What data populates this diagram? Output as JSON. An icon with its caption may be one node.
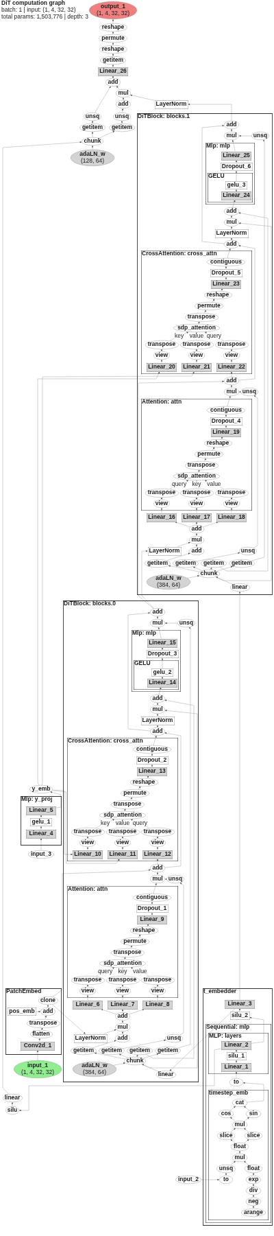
{
  "diagram": {
    "labels": [
      "DiT computation graph",
      "batch: 1 | input: (1, 4, 32, 32)",
      "total params: 1,503,776 | depth: 3"
    ],
    "nodes": [
      {
        "text": [
          "output_1",
          "(1, 4, 32, 32)"
        ]
      },
      {
        "text": [
          "reshape"
        ]
      },
      {
        "text": [
          "permute"
        ]
      },
      {
        "text": [
          "reshape"
        ]
      },
      {
        "text": [
          "getitem"
        ]
      },
      {
        "text": [
          "Linear_26"
        ]
      },
      {
        "text": [
          "add"
        ]
      },
      {
        "text": [
          "mul"
        ]
      },
      {
        "text": [
          "add"
        ]
      },
      {
        "text": [
          "LayerNorm"
        ]
      },
      {
        "text": [
          "unsq"
        ]
      },
      {
        "text": [
          "unsq"
        ]
      },
      {
        "text": [
          "getitem"
        ]
      },
      {
        "text": [
          "getitem"
        ]
      },
      {
        "text": [
          "chunk"
        ]
      },
      {
        "text": [
          "adaLN_w",
          "(128, 64)"
        ]
      },
      {
        "text": [
          "DiTBlock: blocks.1"
        ]
      },
      {
        "text": [
          "add"
        ],
        "in": 16
      },
      {
        "text": [
          "mul"
        ],
        "in": 16
      },
      {
        "text": [
          "Mlp: mlp"
        ],
        "in": 16
      },
      {
        "text": [
          "Linear_25"
        ],
        "in": 19
      },
      {
        "text": [
          "Dropout_6"
        ],
        "in": 19
      },
      {
        "text": [
          "GELU"
        ],
        "in": 19
      },
      {
        "text": [
          "gelu_3"
        ],
        "in": 22
      },
      {
        "text": [
          "Linear_24"
        ],
        "in": 22
      },
      {
        "text": [
          "unsq"
        ],
        "in": 16
      },
      {
        "text": [
          "add"
        ],
        "in": 16
      },
      {
        "text": [
          "mul"
        ],
        "in": 16
      },
      {
        "text": [
          "LayerNorm"
        ],
        "in": 16
      },
      {
        "text": [
          "add"
        ],
        "in": 16
      },
      {
        "text": [
          "CrossAttention: cross_attn"
        ],
        "in": 16
      },
      {
        "text": [
          "contiguous"
        ],
        "in": 30
      },
      {
        "text": [
          "Dropout_5"
        ],
        "in": 30
      },
      {
        "text": [
          "Linear_23"
        ],
        "in": 30
      },
      {
        "text": [
          "reshape"
        ],
        "in": 30
      },
      {
        "text": [
          "permute"
        ],
        "in": 30
      },
      {
        "text": [
          "transpose"
        ],
        "in": 30
      },
      {
        "text": [
          "sdp_attention"
        ],
        "in": 30
      },
      {
        "text": [
          "transpose"
        ],
        "in": 30
      },
      {
        "text": [
          "transpose"
        ],
        "in": 30
      },
      {
        "text": [
          "transpose"
        ],
        "in": 30
      },
      {
        "text": [
          "view"
        ],
        "in": 30
      },
      {
        "text": [
          "view"
        ],
        "in": 30
      },
      {
        "text": [
          "view"
        ],
        "in": 30
      },
      {
        "text": [
          "Linear_20"
        ],
        "in": 30
      },
      {
        "text": [
          "Linear_21"
        ],
        "in": 30
      },
      {
        "text": [
          "Linear_22"
        ],
        "in": 30
      },
      {
        "text": [
          "add"
        ],
        "in": 16
      },
      {
        "text": [
          "mul"
        ],
        "in": 16
      },
      {
        "text": [
          "unsq"
        ],
        "in": 16
      },
      {
        "text": [
          "Attention: attn"
        ],
        "in": 16
      },
      {
        "text": [
          "contiguous"
        ],
        "in": 50
      },
      {
        "text": [
          "Dropout_4"
        ],
        "in": 50
      },
      {
        "text": [
          "Linear_19"
        ],
        "in": 50
      },
      {
        "text": [
          "reshape"
        ],
        "in": 50
      },
      {
        "text": [
          "permute"
        ],
        "in": 50
      },
      {
        "text": [
          "transpose"
        ],
        "in": 50
      },
      {
        "text": [
          "sdp_attention"
        ],
        "in": 50
      },
      {
        "text": [
          "transpose"
        ],
        "in": 50
      },
      {
        "text": [
          "transpose"
        ],
        "in": 50
      },
      {
        "text": [
          "transpose"
        ],
        "in": 50
      },
      {
        "text": [
          "view"
        ],
        "in": 50
      },
      {
        "text": [
          "view"
        ],
        "in": 50
      },
      {
        "text": [
          "view"
        ],
        "in": 50
      },
      {
        "text": [
          "Linear_16"
        ],
        "in": 16
      },
      {
        "text": [
          "Linear_17"
        ],
        "in": 16
      },
      {
        "text": [
          "Linear_18"
        ],
        "in": 16
      },
      {
        "text": [
          "add"
        ],
        "in": 16
      },
      {
        "text": [
          "mul"
        ],
        "in": 16
      },
      {
        "text": [
          "LayerNorm"
        ],
        "in": 16
      },
      {
        "text": [
          "add"
        ],
        "in": 16
      },
      {
        "text": [
          "unsq"
        ],
        "in": 16
      },
      {
        "text": [
          "getitem"
        ],
        "in": 16
      },
      {
        "text": [
          "getitem"
        ],
        "in": 16
      },
      {
        "text": [
          "getitem"
        ],
        "in": 16
      },
      {
        "text": [
          "getitem"
        ],
        "in": 16
      },
      {
        "text": [
          "chunk"
        ],
        "in": 16
      },
      {
        "text": [
          "adaLN_w",
          "(384, 64)"
        ],
        "in": 16
      },
      {
        "text": [
          "linear"
        ],
        "in": 16
      },
      {
        "text": [
          "DiTBlock: blocks.0"
        ]
      },
      {
        "text": [
          "add"
        ],
        "in": 79
      },
      {
        "text": [
          "mul"
        ],
        "in": 79
      },
      {
        "text": [
          "Mlp: mlp"
        ],
        "in": 79
      },
      {
        "text": [
          "Linear_15"
        ],
        "in": 82
      },
      {
        "text": [
          "Dropout_3"
        ],
        "in": 82
      },
      {
        "text": [
          "GELU"
        ],
        "in": 82
      },
      {
        "text": [
          "gelu_2"
        ],
        "in": 85
      },
      {
        "text": [
          "Linear_14"
        ],
        "in": 85
      },
      {
        "text": [
          "unsq"
        ],
        "in": 79
      },
      {
        "text": [
          "add"
        ],
        "in": 79
      },
      {
        "text": [
          "mul"
        ],
        "in": 79
      },
      {
        "text": [
          "LayerNorm"
        ],
        "in": 79
      },
      {
        "text": [
          "add"
        ],
        "in": 79
      },
      {
        "text": [
          "CrossAttention: cross_attn"
        ],
        "in": 79
      },
      {
        "text": [
          "contiguous"
        ],
        "in": 93
      },
      {
        "text": [
          "Dropout_2"
        ],
        "in": 93
      },
      {
        "text": [
          "Linear_13"
        ],
        "in": 93
      },
      {
        "text": [
          "reshape"
        ],
        "in": 93
      },
      {
        "text": [
          "permute"
        ],
        "in": 93
      },
      {
        "text": [
          "transpose"
        ],
        "in": 93
      },
      {
        "text": [
          "sdp_attention"
        ],
        "in": 93
      },
      {
        "text": [
          "transpose"
        ],
        "in": 93
      },
      {
        "text": [
          "transpose"
        ],
        "in": 93
      },
      {
        "text": [
          "transpose"
        ],
        "in": 93
      },
      {
        "text": [
          "view"
        ],
        "in": 93
      },
      {
        "text": [
          "view"
        ],
        "in": 93
      },
      {
        "text": [
          "view"
        ],
        "in": 93
      },
      {
        "text": [
          "Linear_10"
        ],
        "in": 93
      },
      {
        "text": [
          "Linear_11"
        ],
        "in": 93
      },
      {
        "text": [
          "Linear_12"
        ],
        "in": 93
      },
      {
        "text": [
          "add"
        ],
        "in": 79
      },
      {
        "text": [
          "y_emb"
        ]
      },
      {
        "text": [
          "mul"
        ],
        "in": 79
      },
      {
        "text": [
          "unsq"
        ],
        "in": 79
      },
      {
        "text": [
          "Attention: attn"
        ],
        "in": 79
      },
      {
        "text": [
          "contiguous"
        ],
        "in": 114
      },
      {
        "text": [
          "Dropout_1"
        ],
        "in": 114
      },
      {
        "text": [
          "Linear_9"
        ],
        "in": 114
      },
      {
        "text": [
          "reshape"
        ],
        "in": 114
      },
      {
        "text": [
          "permute"
        ],
        "in": 114
      },
      {
        "text": [
          "transpose"
        ],
        "in": 114
      },
      {
        "text": [
          "sdp_attention"
        ],
        "in": 114
      },
      {
        "text": [
          "transpose"
        ],
        "in": 114
      },
      {
        "text": [
          "transpose"
        ],
        "in": 114
      },
      {
        "text": [
          "transpose"
        ],
        "in": 114
      },
      {
        "text": [
          "view"
        ],
        "in": 114
      },
      {
        "text": [
          "view"
        ],
        "in": 114
      },
      {
        "text": [
          "view"
        ],
        "in": 114
      },
      {
        "text": [
          "Linear_6"
        ],
        "in": 79
      },
      {
        "text": [
          "Linear_7"
        ],
        "in": 79
      },
      {
        "text": [
          "Linear_8"
        ],
        "in": 79
      },
      {
        "text": [
          "add"
        ],
        "in": 79
      },
      {
        "text": [
          "mul"
        ],
        "in": 79
      },
      {
        "text": [
          "LayerNorm"
        ],
        "in": 79
      },
      {
        "text": [
          "add"
        ],
        "in": 79
      },
      {
        "text": [
          "unsq"
        ],
        "in": 79
      },
      {
        "text": [
          "getitem"
        ],
        "in": 79
      },
      {
        "text": [
          "getitem"
        ],
        "in": 79
      },
      {
        "text": [
          "getitem"
        ],
        "in": 79
      },
      {
        "text": [
          "getitem"
        ],
        "in": 79
      },
      {
        "text": [
          "chunk"
        ],
        "in": 79
      },
      {
        "text": [
          "adaLN_w",
          "(384, 64)"
        ],
        "in": 79
      },
      {
        "text": [
          "linear"
        ],
        "in": 79
      },
      {
        "text": [
          "Mlp: y_proj"
        ]
      },
      {
        "text": [
          "Linear_5"
        ],
        "in": 143
      },
      {
        "text": [
          "gelu_1"
        ],
        "in": 143
      },
      {
        "text": [
          "Linear_4"
        ],
        "in": 143
      },
      {
        "text": [
          "input_3"
        ]
      },
      {
        "text": [
          "PatchEmbed"
        ]
      },
      {
        "text": [
          "clone"
        ],
        "in": 148
      },
      {
        "text": [
          "add"
        ],
        "in": 148
      },
      {
        "text": [
          "pos_emb"
        ],
        "in": 148
      },
      {
        "text": [
          "transpose"
        ],
        "in": 148
      },
      {
        "text": [
          "flatten"
        ],
        "in": 148
      },
      {
        "text": [
          "Conv2d_1"
        ],
        "in": 148
      },
      {
        "text": [
          "linear"
        ]
      },
      {
        "text": [
          "silu"
        ]
      },
      {
        "text": [
          "input_1",
          "(1, 4, 32, 32)"
        ]
      },
      {
        "text": [
          "t_embedder"
        ]
      },
      {
        "text": [
          "Linear_3"
        ],
        "in": 158
      },
      {
        "text": [
          "silu_2"
        ],
        "in": 158
      },
      {
        "text": [
          "Sequential: mlp"
        ],
        "in": 158
      },
      {
        "text": [
          "MLP: layers"
        ],
        "in": 161
      },
      {
        "text": [
          "Linear_2"
        ],
        "in": 162
      },
      {
        "text": [
          "silu_1"
        ],
        "in": 162
      },
      {
        "text": [
          "Linear_1"
        ],
        "in": 162
      },
      {
        "text": [
          "to"
        ],
        "in": 161
      },
      {
        "text": [
          "timestep_emb"
        ],
        "in": 161
      },
      {
        "text": [
          "cat"
        ],
        "in": 167
      },
      {
        "text": [
          "cos"
        ],
        "in": 167
      },
      {
        "text": [
          "sin"
        ],
        "in": 167
      },
      {
        "text": [
          "mul"
        ],
        "in": 167
      },
      {
        "text": [
          "slice"
        ],
        "in": 167
      },
      {
        "text": [
          "slice"
        ],
        "in": 167
      },
      {
        "text": [
          "float"
        ],
        "in": 167
      },
      {
        "text": [
          "mul"
        ],
        "in": 167
      },
      {
        "text": [
          "float"
        ],
        "in": 167
      },
      {
        "text": [
          "unsq"
        ],
        "in": 167
      },
      {
        "text": [
          "exp"
        ],
        "in": 167
      },
      {
        "text": [
          "to"
        ],
        "in": 167
      },
      {
        "text": [
          "div"
        ],
        "in": 167
      },
      {
        "text": [
          "neg"
        ],
        "in": 167
      },
      {
        "text": [
          "arange"
        ],
        "in": 167
      },
      {
        "text": [
          "input_2"
        ]
      }
    ],
    "edges": [
      {
        "from": 1,
        "to": 0,
        "arrow": "to"
      },
      {
        "from": 2,
        "to": 1,
        "arrow": "to"
      },
      {
        "from": 3,
        "to": 2,
        "arrow": "to"
      },
      {
        "from": 4,
        "to": 3,
        "arrow": "to"
      },
      {
        "from": 5,
        "to": 4,
        "arrow": "to"
      },
      {
        "from": 6,
        "to": 5,
        "arrow": "to"
      },
      {
        "from": 7,
        "to": 6,
        "arrow": "to"
      },
      {
        "from": 8,
        "to": 7,
        "arrow": "to"
      },
      {
        "from": 9,
        "to": 7,
        "arrow": "to"
      },
      {
        "from": 10,
        "to": 6,
        "arrow": "to"
      },
      {
        "from": 11,
        "to": 8,
        "arrow": "to"
      },
      {
        "from": 12,
        "to": 10,
        "arrow": "to"
      },
      {
        "from": 13,
        "to": 11,
        "arrow": "to"
      },
      {
        "from": 14,
        "to": 12,
        "arrow": "to"
      },
      {
        "from": 14,
        "to": 13,
        "arrow": "to"
      },
      {
        "from": 15,
        "to": 14,
        "arrow": "to"
      },
      {
        "from": 155,
        "to": 14,
        "arrow": "to"
      },
      {
        "from": 17,
        "to": 9,
        "arrow": "to"
      },
      {
        "from": 18,
        "to": 17,
        "arrow": "to"
      },
      {
        "from": 20,
        "to": 18,
        "arrow": "to"
      },
      {
        "from": 21,
        "to": 20,
        "arrow": "to"
      },
      {
        "from": 23,
        "to": 21,
        "arrow": "to"
      },
      {
        "from": 24,
        "to": 23,
        "arrow": "to"
      },
      {
        "from": 25,
        "to": 18,
        "arrow": "to"
      },
      {
        "from": 26,
        "to": 24,
        "arrow": "to"
      },
      {
        "from": 27,
        "to": 26,
        "arrow": "to"
      },
      {
        "from": 28,
        "to": 27,
        "arrow": "to"
      },
      {
        "from": 29,
        "to": 28,
        "arrow": "to"
      },
      {
        "from": 29,
        "to": 17,
        "arrow": "to"
      },
      {
        "from": 31,
        "to": 29,
        "arrow": "to"
      },
      {
        "from": 32,
        "to": 31,
        "arrow": "to"
      },
      {
        "from": 33,
        "to": 32,
        "arrow": "to"
      },
      {
        "from": 34,
        "to": 33,
        "arrow": "to"
      },
      {
        "from": 35,
        "to": 34,
        "arrow": "to"
      },
      {
        "from": 36,
        "to": 35,
        "arrow": "to"
      },
      {
        "from": 37,
        "to": 36,
        "arrow": "to"
      },
      {
        "from": 38,
        "to": 37,
        "arrow": "to",
        "label": "key"
      },
      {
        "from": 39,
        "to": 37,
        "arrow": "to",
        "label": "value"
      },
      {
        "from": 40,
        "to": 37,
        "arrow": "to",
        "label": "query"
      },
      {
        "from": 41,
        "to": 38,
        "arrow": "to"
      },
      {
        "from": 42,
        "to": 39,
        "arrow": "to"
      },
      {
        "from": 43,
        "to": 40,
        "arrow": "to"
      },
      {
        "from": 44,
        "to": 41,
        "arrow": "to"
      },
      {
        "from": 45,
        "to": 42,
        "arrow": "to"
      },
      {
        "from": 46,
        "to": 43,
        "arrow": "to"
      },
      {
        "from": 111,
        "to": 44,
        "arrow": "to"
      },
      {
        "from": 111,
        "to": 45,
        "arrow": "to"
      },
      {
        "from": 47,
        "to": 46,
        "arrow": "to"
      },
      {
        "from": 47,
        "to": 29,
        "arrow": "to"
      },
      {
        "from": 48,
        "to": 47,
        "arrow": "to"
      },
      {
        "from": 49,
        "to": 48,
        "arrow": "to"
      },
      {
        "from": 51,
        "to": 48,
        "arrow": "to"
      },
      {
        "from": 52,
        "to": 51,
        "arrow": "to"
      },
      {
        "from": 53,
        "to": 52,
        "arrow": "to"
      },
      {
        "from": 54,
        "to": 53,
        "arrow": "to"
      },
      {
        "from": 55,
        "to": 54,
        "arrow": "to"
      },
      {
        "from": 56,
        "to": 55,
        "arrow": "to"
      },
      {
        "from": 57,
        "to": 56,
        "arrow": "to"
      },
      {
        "from": 58,
        "to": 57,
        "arrow": "to",
        "label": "query"
      },
      {
        "from": 59,
        "to": 57,
        "arrow": "to",
        "label": "key"
      },
      {
        "from": 60,
        "to": 57,
        "arrow": "to",
        "label": "value"
      },
      {
        "from": 61,
        "to": 58,
        "arrow": "to"
      },
      {
        "from": 62,
        "to": 59,
        "arrow": "to"
      },
      {
        "from": 63,
        "to": 60,
        "arrow": "to"
      },
      {
        "from": 64,
        "to": 61,
        "arrow": "to"
      },
      {
        "from": 65,
        "to": 62,
        "arrow": "to"
      },
      {
        "from": 66,
        "to": 63,
        "arrow": "to"
      },
      {
        "from": 67,
        "to": 64,
        "arrow": "to"
      },
      {
        "from": 67,
        "to": 65,
        "arrow": "to"
      },
      {
        "from": 67,
        "to": 66,
        "arrow": "to"
      },
      {
        "from": 68,
        "to": 67,
        "arrow": "to"
      },
      {
        "from": 69,
        "to": 68,
        "arrow": "to"
      },
      {
        "from": 70,
        "to": 68,
        "arrow": "to"
      },
      {
        "from": 72,
        "to": 70,
        "arrow": "to"
      },
      {
        "from": 73,
        "to": 71,
        "arrow": "to"
      },
      {
        "from": 74,
        "to": 26,
        "arrow": "to"
      },
      {
        "from": 75,
        "to": 25,
        "arrow": "to"
      },
      {
        "from": 76,
        "to": 27,
        "arrow": "to"
      },
      {
        "from": 78,
        "to": 76,
        "arrow": "to"
      },
      {
        "from": 77,
        "to": 76,
        "arrow": "to"
      },
      {
        "from": 71,
        "to": 49,
        "arrow": "to"
      },
      {
        "from": 76,
        "to": 72,
        "arrow": "to"
      },
      {
        "from": 76,
        "to": 73,
        "arrow": "to"
      },
      {
        "from": 76,
        "to": 74,
        "arrow": "to"
      },
      {
        "from": 76,
        "to": 75,
        "arrow": "to"
      },
      {
        "from": 80,
        "to": 69,
        "arrow": "to"
      },
      {
        "from": 80,
        "to": 47,
        "arrow": "to"
      },
      {
        "from": 81,
        "to": 80,
        "arrow": "to"
      },
      {
        "from": 83,
        "to": 81,
        "arrow": "to"
      },
      {
        "from": 84,
        "to": 83,
        "arrow": "to"
      },
      {
        "from": 86,
        "to": 84,
        "arrow": "to"
      },
      {
        "from": 87,
        "to": 86,
        "arrow": "to"
      },
      {
        "from": 88,
        "to": 81,
        "arrow": "to"
      },
      {
        "from": 89,
        "to": 87,
        "arrow": "to"
      },
      {
        "from": 90,
        "to": 89,
        "arrow": "to"
      },
      {
        "from": 91,
        "to": 90,
        "arrow": "to"
      },
      {
        "from": 92,
        "to": 91,
        "arrow": "to"
      },
      {
        "from": 92,
        "to": 80,
        "arrow": "to"
      },
      {
        "from": 94,
        "to": 92,
        "arrow": "to"
      },
      {
        "from": 95,
        "to": 94,
        "arrow": "to"
      },
      {
        "from": 96,
        "to": 95,
        "arrow": "to"
      },
      {
        "from": 97,
        "to": 96,
        "arrow": "to"
      },
      {
        "from": 98,
        "to": 97,
        "arrow": "to"
      },
      {
        "from": 99,
        "to": 98,
        "arrow": "to"
      },
      {
        "from": 100,
        "to": 99,
        "arrow": "to"
      },
      {
        "from": 101,
        "to": 100,
        "arrow": "to",
        "label": "key"
      },
      {
        "from": 102,
        "to": 100,
        "arrow": "to",
        "label": "value"
      },
      {
        "from": 103,
        "to": 100,
        "arrow": "to",
        "label": "query"
      },
      {
        "from": 104,
        "to": 101,
        "arrow": "to"
      },
      {
        "from": 105,
        "to": 102,
        "arrow": "to"
      },
      {
        "from": 106,
        "to": 103,
        "arrow": "to"
      },
      {
        "from": 107,
        "to": 104,
        "arrow": "to"
      },
      {
        "from": 108,
        "to": 105,
        "arrow": "to"
      },
      {
        "from": 109,
        "to": 106,
        "arrow": "to"
      },
      {
        "from": 111,
        "to": 107,
        "arrow": "to"
      },
      {
        "from": 111,
        "to": 108,
        "arrow": "to"
      },
      {
        "from": 110,
        "to": 109,
        "arrow": "to"
      },
      {
        "from": 110,
        "to": 92,
        "arrow": "to"
      },
      {
        "from": 112,
        "to": 110,
        "arrow": "to"
      },
      {
        "from": 113,
        "to": 112,
        "arrow": "to"
      },
      {
        "from": 115,
        "to": 112,
        "arrow": "to"
      },
      {
        "from": 116,
        "to": 115,
        "arrow": "to"
      },
      {
        "from": 117,
        "to": 116,
        "arrow": "to"
      },
      {
        "from": 118,
        "to": 117,
        "arrow": "to"
      },
      {
        "from": 119,
        "to": 118,
        "arrow": "to"
      },
      {
        "from": 120,
        "to": 119,
        "arrow": "to"
      },
      {
        "from": 121,
        "to": 120,
        "arrow": "to"
      },
      {
        "from": 122,
        "to": 121,
        "arrow": "to",
        "label": "query"
      },
      {
        "from": 123,
        "to": 121,
        "arrow": "to",
        "label": "key"
      },
      {
        "from": 124,
        "to": 121,
        "arrow": "to",
        "label": "value"
      },
      {
        "from": 125,
        "to": 122,
        "arrow": "to"
      },
      {
        "from": 126,
        "to": 123,
        "arrow": "to"
      },
      {
        "from": 127,
        "to": 124,
        "arrow": "to"
      },
      {
        "from": 128,
        "to": 125,
        "arrow": "to"
      },
      {
        "from": 129,
        "to": 126,
        "arrow": "to"
      },
      {
        "from": 130,
        "to": 127,
        "arrow": "to"
      },
      {
        "from": 131,
        "to": 128,
        "arrow": "to"
      },
      {
        "from": 131,
        "to": 129,
        "arrow": "to"
      },
      {
        "from": 131,
        "to": 130,
        "arrow": "to"
      },
      {
        "from": 132,
        "to": 131,
        "arrow": "to"
      },
      {
        "from": 133,
        "to": 132,
        "arrow": "to"
      },
      {
        "from": 134,
        "to": 132,
        "arrow": "to"
      },
      {
        "from": 136,
        "to": 134,
        "arrow": "to"
      },
      {
        "from": 137,
        "to": 135,
        "arrow": "to"
      },
      {
        "from": 138,
        "to": 89,
        "arrow": "to"
      },
      {
        "from": 139,
        "to": 88,
        "arrow": "to"
      },
      {
        "from": 140,
        "to": 90,
        "arrow": "to"
      },
      {
        "from": 135,
        "to": 113,
        "arrow": "to"
      },
      {
        "from": 140,
        "to": 136,
        "arrow": "to"
      },
      {
        "from": 140,
        "to": 137,
        "arrow": "to"
      },
      {
        "from": 140,
        "to": 138,
        "arrow": "to"
      },
      {
        "from": 140,
        "to": 139,
        "arrow": "to"
      },
      {
        "from": 142,
        "to": 140,
        "arrow": "to"
      },
      {
        "from": 141,
        "to": 140,
        "arrow": "to"
      },
      {
        "from": 149,
        "to": 133,
        "arrow": "to"
      },
      {
        "from": 149,
        "to": 110,
        "arrow": "to"
      },
      {
        "from": 150,
        "to": 149,
        "arrow": "to"
      },
      {
        "from": 151,
        "to": 150,
        "arrow": "to"
      },
      {
        "from": 152,
        "to": 150,
        "arrow": "to"
      },
      {
        "from": 153,
        "to": 152,
        "arrow": "to"
      },
      {
        "from": 154,
        "to": 153,
        "arrow": "to"
      },
      {
        "from": 157,
        "to": 154,
        "arrow": "to"
      },
      {
        "from": 156,
        "to": 155,
        "arrow": "to"
      },
      {
        "from": 163,
        "to": 156,
        "arrow": "to"
      },
      {
        "from": 144,
        "to": 111,
        "arrow": "to"
      },
      {
        "from": 145,
        "to": 144,
        "arrow": "to"
      },
      {
        "from": 146,
        "to": 145,
        "arrow": "to"
      },
      {
        "from": 147,
        "to": 146,
        "arrow": "to"
      },
      {
        "from": 160,
        "to": 159,
        "arrow": "to"
      },
      {
        "from": 163,
        "to": 160,
        "arrow": "to"
      },
      {
        "from": 164,
        "to": 163,
        "arrow": "to"
      },
      {
        "from": 165,
        "to": 164,
        "arrow": "to"
      },
      {
        "from": 166,
        "to": 165,
        "arrow": "to"
      },
      {
        "from": 168,
        "to": 166,
        "arrow": "to"
      },
      {
        "from": 169,
        "to": 168,
        "arrow": "to"
      },
      {
        "from": 170,
        "to": 168,
        "arrow": "to"
      },
      {
        "from": 171,
        "to": 169,
        "arrow": "to"
      },
      {
        "from": 171,
        "to": 170,
        "arrow": "to"
      },
      {
        "from": 172,
        "to": 171,
        "arrow": "to"
      },
      {
        "from": 173,
        "to": 171,
        "arrow": "to"
      },
      {
        "from": 174,
        "to": 172,
        "arrow": "to"
      },
      {
        "from": 174,
        "to": 173,
        "arrow": "to"
      },
      {
        "from": 175,
        "to": 174,
        "arrow": "to"
      },
      {
        "from": 176,
        "to": 175,
        "arrow": "to"
      },
      {
        "from": 177,
        "to": 175,
        "arrow": "to"
      },
      {
        "from": 178,
        "to": 176,
        "arrow": "to"
      },
      {
        "from": 179,
        "to": 177,
        "arrow": "to"
      },
      {
        "from": 180,
        "to": 178,
        "arrow": "to"
      },
      {
        "from": 181,
        "to": 180,
        "arrow": "to"
      },
      {
        "from": 182,
        "to": 181,
        "arrow": "to"
      },
      {
        "from": 183,
        "to": 179,
        "arrow": "to"
      },
      {
        "from": 159,
        "to": 142,
        "arrow": "to"
      },
      {
        "from": 159,
        "to": 78,
        "arrow": "to"
      }
    ]
  }
}
